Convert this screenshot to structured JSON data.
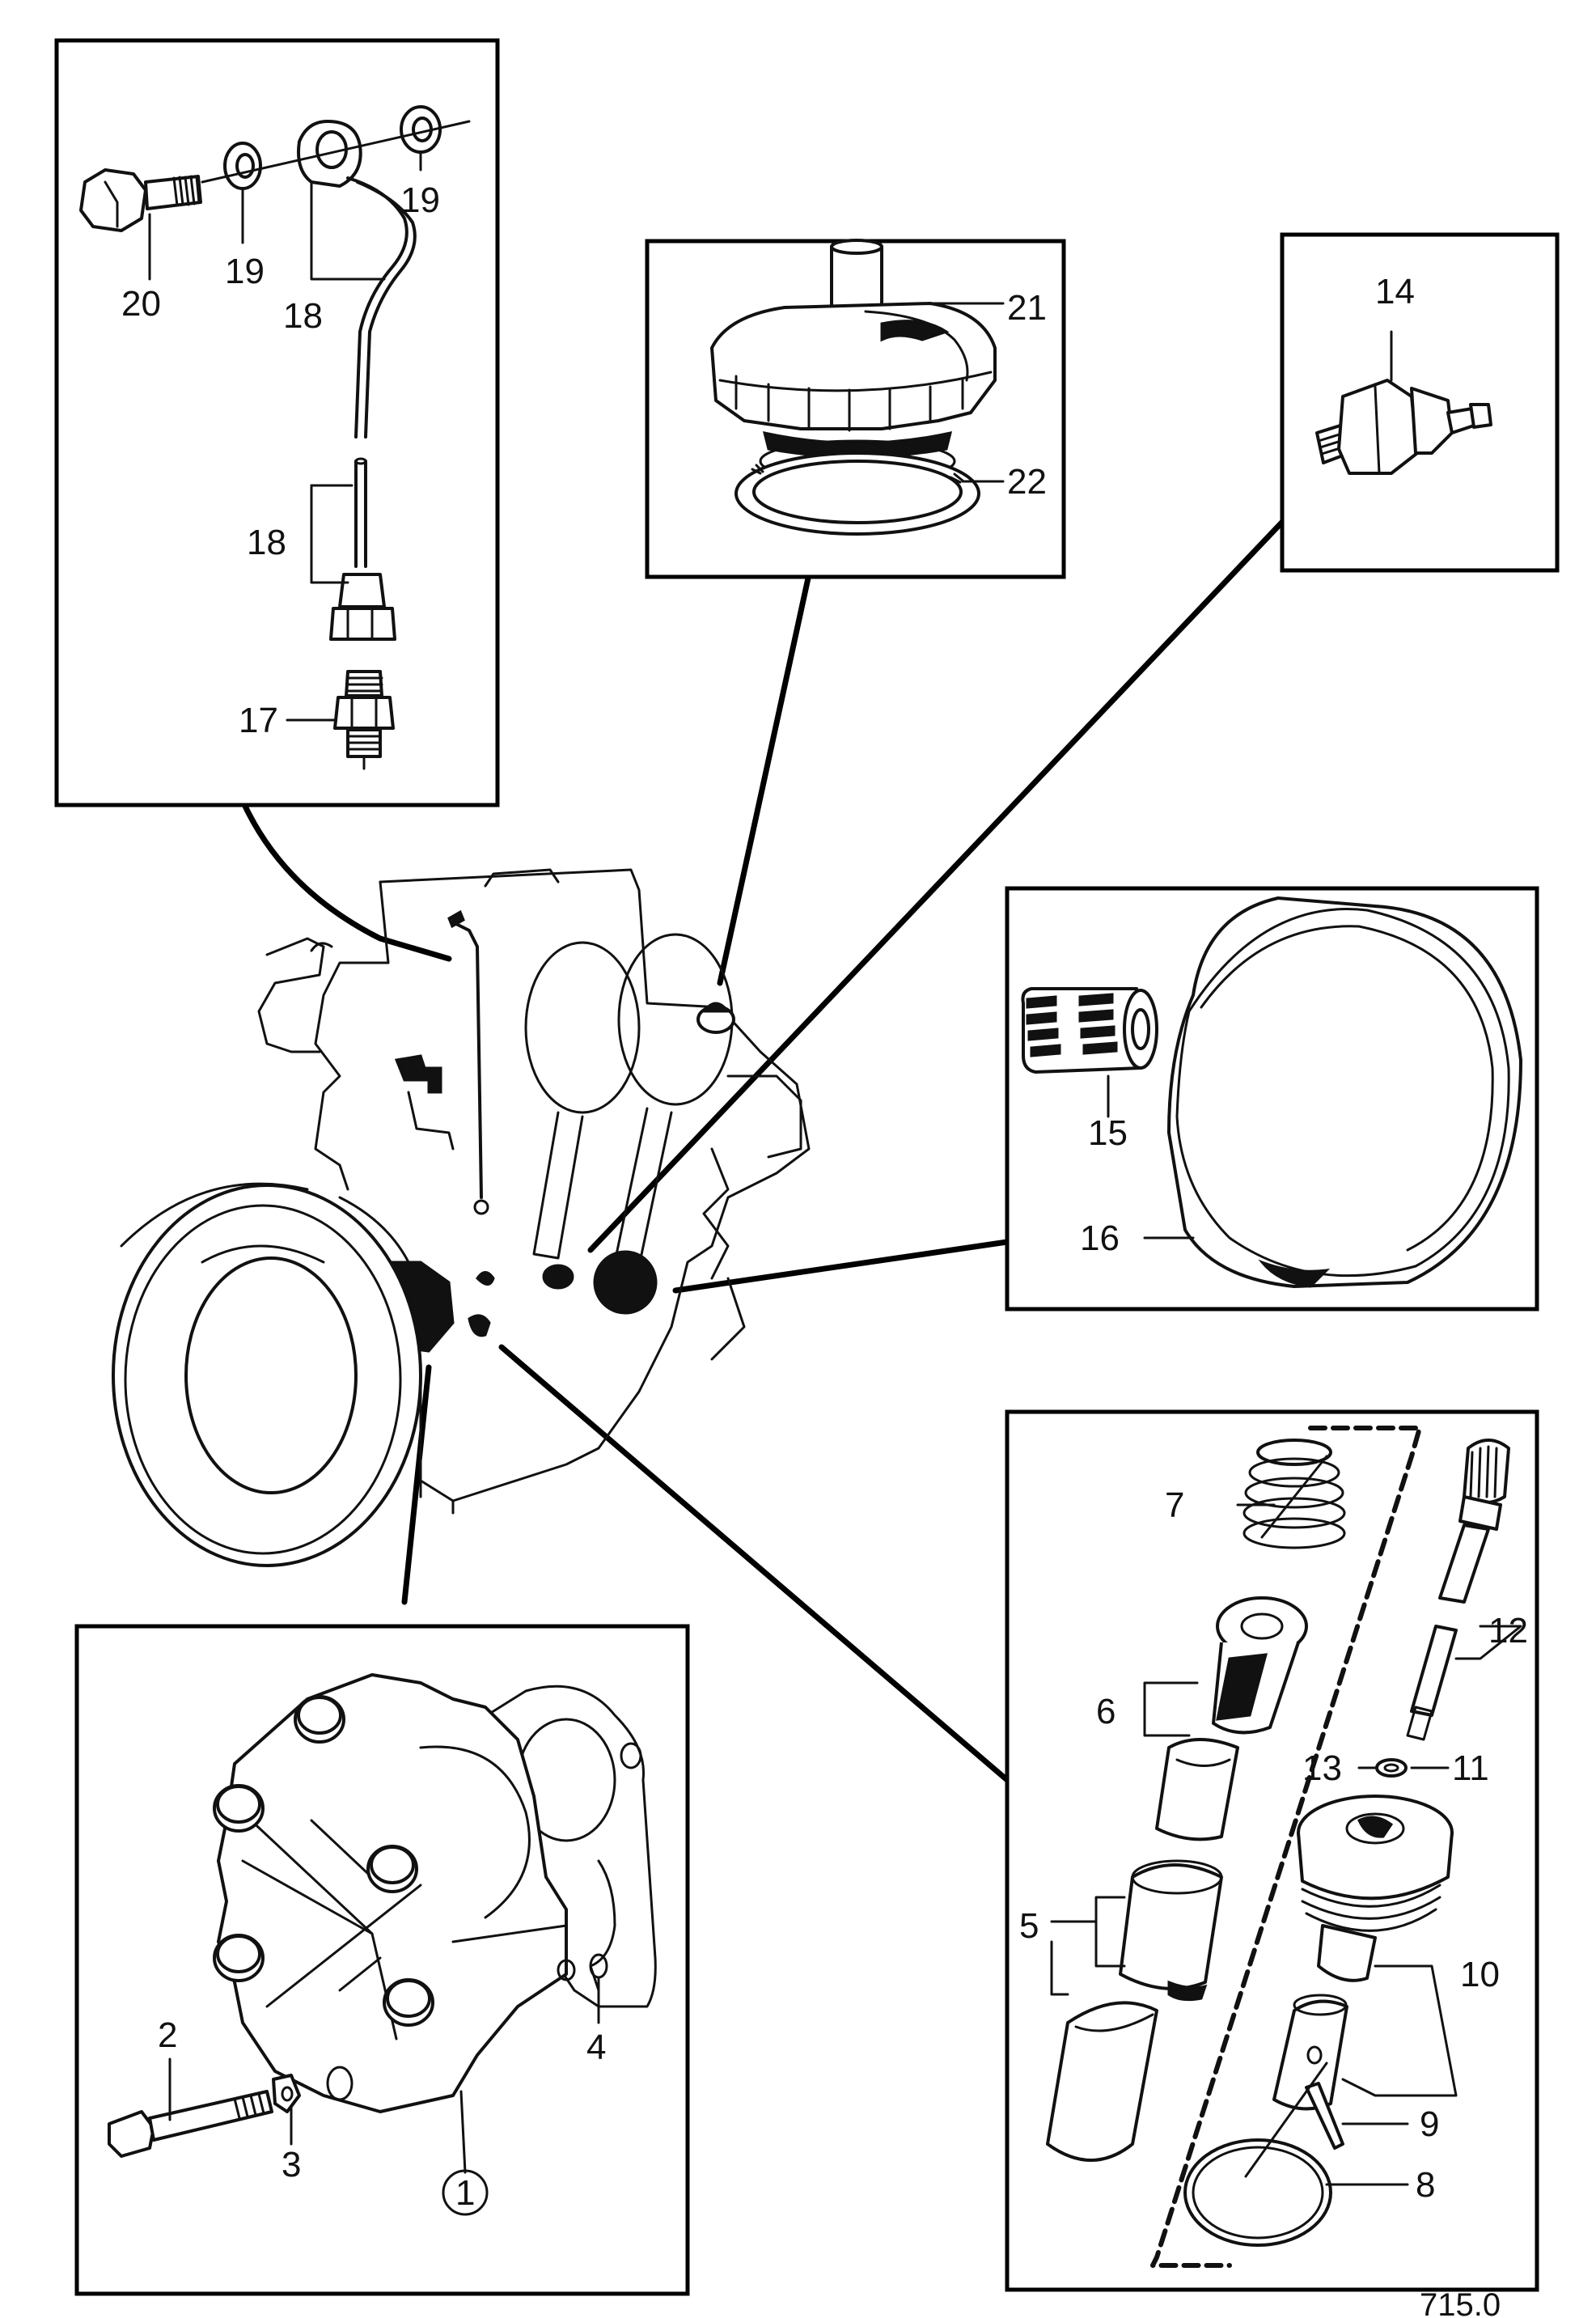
{
  "reference": "715.0",
  "panels": {
    "top_left": {
      "labels": {
        "p20": "20",
        "p19a": "19",
        "p19b": "19",
        "p18a": "18",
        "p18b": "18",
        "p17": "17"
      }
    },
    "cap": {
      "labels": {
        "p21": "21",
        "p22": "22"
      }
    },
    "switch": {
      "labels": {
        "p14": "14"
      }
    },
    "filter": {
      "labels": {
        "p15": "15",
        "p16": "16"
      }
    },
    "pump": {
      "labels": {
        "p1": "1",
        "p2": "2",
        "p3": "3",
        "p4": "4"
      }
    },
    "valve": {
      "labels": {
        "p5": "5",
        "p6": "6",
        "p7": "7",
        "p8": "8",
        "p9": "9",
        "p10": "10",
        "p11": "11",
        "p12": "12",
        "p13": "13"
      }
    }
  }
}
